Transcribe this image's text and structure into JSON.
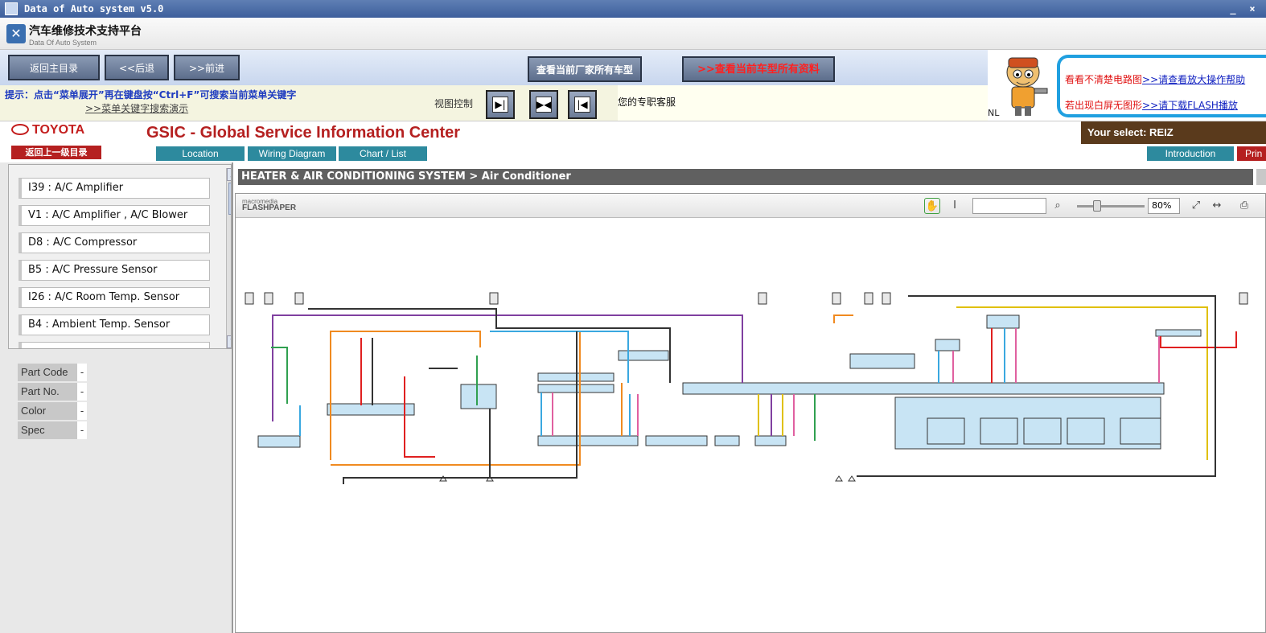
{
  "window": {
    "title": "Data of Auto system v5.0"
  },
  "app": {
    "title_cn": "汽车维修技术支持平台",
    "title_en": "Data Of Auto System"
  },
  "nav": {
    "home": "返回主目录",
    "back": "<<后退",
    "forward": ">>前进",
    "view_all_models": "查看当前厂家所有车型",
    "view_all_data": ">>查看当前车型所有资料"
  },
  "hint": {
    "text": "提示：点击“菜单展开”再在键盘按“Ctrl+F”可搜索当前菜单关键字",
    "demo": ">>菜单关键字搜索演示",
    "view_control": "视图控制",
    "service": "您的专职客服",
    "view_buttons": [
      "expand-right",
      "split",
      "collapse-left"
    ]
  },
  "promo": {
    "line1_prefix": "看看不清楚电路图",
    "line1_link": ">>请查看放大操作帮助",
    "line2_prefix": "若出现白屏无图形",
    "line2_link": ">>请下载FLASH播放",
    "fragment": "NL"
  },
  "toyota": {
    "brand": "TOYOTA",
    "back_up": "返回上一级目录",
    "gsic": "GSIC - Global Service Information Center",
    "tabs": [
      "Location",
      "Wiring Diagram",
      "Chart / List"
    ],
    "your_select": "Your select: REIZ",
    "intro": "Introduction",
    "print": "Prin"
  },
  "list": {
    "items": [
      "I39 : A/C Amplifier",
      "V1 : A/C Amplifier , A/C Blower",
      "D8 : A/C Compressor",
      "B5 : A/C Pressure Sensor",
      "I26 : A/C Room Temp. Sensor",
      "B4 : Ambient Temp. Sensor"
    ]
  },
  "specs": [
    {
      "label": "Part Code",
      "value": "-"
    },
    {
      "label": "Part No.",
      "value": "-"
    },
    {
      "label": "Color",
      "value": "-"
    },
    {
      "label": "Spec",
      "value": "-"
    }
  ],
  "breadcrumb": "HEATER & AIR CONDITIONING SYSTEM > Air Conditioner",
  "viewer": {
    "logo_top": "macromedia",
    "logo_bottom": "FLASHPAPER",
    "zoom": "80%",
    "search_value": ""
  },
  "colors": {
    "accent_red": "#b52020",
    "teal_tab": "#2d8a9e",
    "select_brown": "#5a3a1c",
    "wire_purple": "#8040a0",
    "wire_orange": "#f08a20",
    "wire_blue": "#3aa8e0",
    "wire_red": "#e02020",
    "wire_green": "#30a050",
    "wire_yellow": "#e0c000",
    "wire_pink": "#e060a0",
    "component_fill": "#c8e4f4"
  }
}
